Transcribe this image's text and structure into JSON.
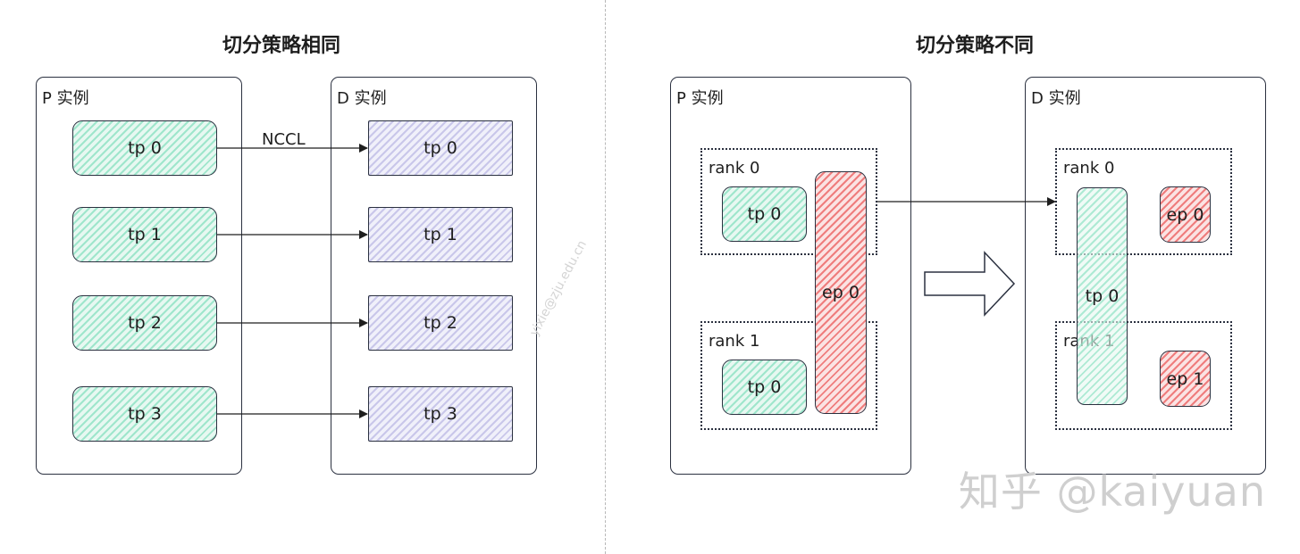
{
  "left_panel": {
    "title": "切分策略相同",
    "p_instance": {
      "label": "P 实例",
      "boxes": [
        "tp 0",
        "tp 1",
        "tp 2",
        "tp 3"
      ]
    },
    "d_instance": {
      "label": "D 实例",
      "boxes": [
        "tp 0",
        "tp 1",
        "tp 2",
        "tp 3"
      ]
    },
    "link_label": "NCCL"
  },
  "right_panel": {
    "title": "切分策略不同",
    "p_instance": {
      "label": "P 实例",
      "rank0_label": "rank 0",
      "rank1_label": "rank 1",
      "rank0_tp": "tp 0",
      "rank1_tp": "tp 0",
      "ep": "ep 0"
    },
    "d_instance": {
      "label": "D 实例",
      "rank0_label": "rank 0",
      "rank1_label": "rank 1",
      "tp": "tp 0",
      "rank0_ep": "ep 0",
      "rank1_ep": "ep 1"
    }
  },
  "colors": {
    "tp_green": "#9fe6cc",
    "tp_purple": "#c9c7ea",
    "ep_red": "#ef7d7d",
    "stroke": "#2b3140"
  },
  "watermark": "知乎 @kaiyuan",
  "faint_text": "yixie@zju.edu.cn"
}
